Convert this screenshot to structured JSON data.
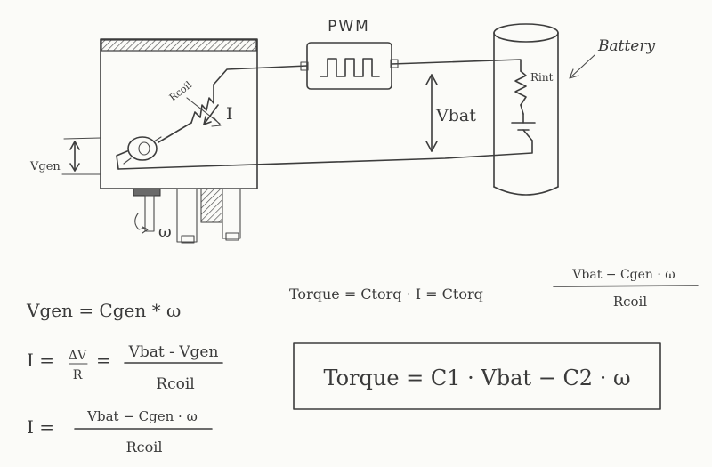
{
  "labels": {
    "pwm": "PWM",
    "battery": "Battery",
    "r_int": "Rint",
    "r_coil": "Rcoil",
    "current": "I",
    "v_bat": "Vbat",
    "v_gen": "Vgen",
    "omega": "ω"
  },
  "equations": {
    "vgen": "Vgen = Cgen * ω",
    "i_lhs": "I =",
    "i_delta_num": "ΔV",
    "i_delta_den": "R",
    "i_eq": "=",
    "i_num": "Vbat - Vgen",
    "i_den": "Rcoil",
    "i2_lhs": "I =",
    "i2_num": "Vbat − Cgen · ω",
    "i2_den": "Rcoil",
    "torque1_lhs": "Torque = Ctorq · I = Ctorq",
    "torque1_num": "Vbat − Cgen · ω",
    "torque1_den": "Rcoil",
    "torque_boxed": "Torque = C1 · Vbat − C2 · ω"
  }
}
